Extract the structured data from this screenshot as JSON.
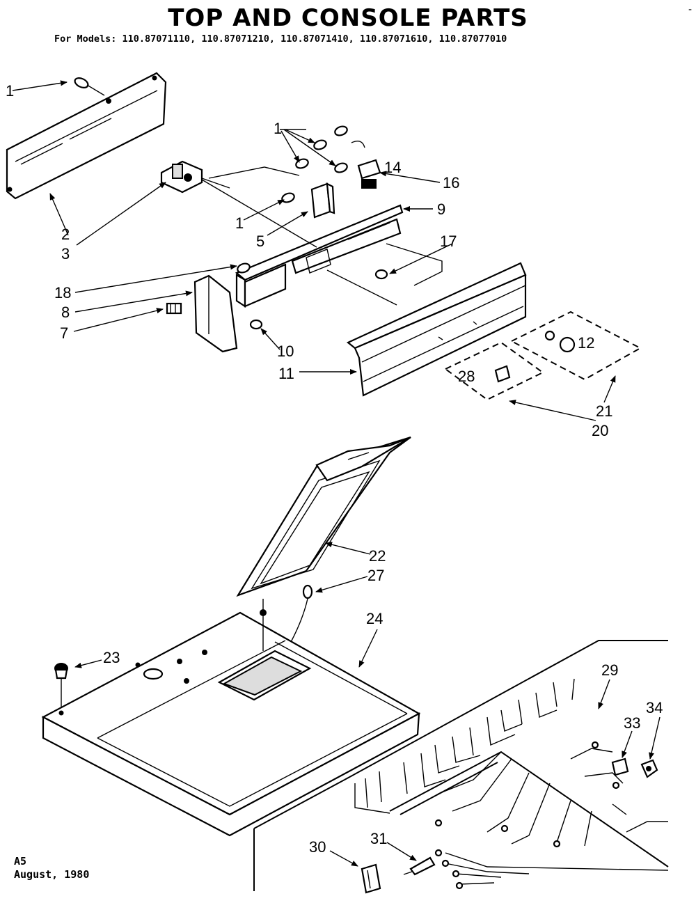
{
  "header": {
    "title": "TOP AND CONSOLE PARTS",
    "models_line": "For Models: 110.87071110, 110.87071210, 110.87071410, 110.87071610, 110.87077010"
  },
  "footer": {
    "page_code": "A5",
    "date": "August, 1980"
  },
  "corner_mark": "-",
  "callouts": {
    "c1a": "1",
    "c1b": "1",
    "c1c": "1",
    "c2": "2",
    "c3": "3",
    "c5": "5",
    "c7": "7",
    "c8": "8",
    "c9": "9",
    "c10": "10",
    "c11": "11",
    "c12": "12",
    "c14": "14",
    "c16": "16",
    "c17": "17",
    "c18": "18",
    "c20": "20",
    "c21": "21",
    "c22": "22",
    "c23": "23",
    "c24": "24",
    "c27": "27",
    "c28": "28",
    "c29": "29",
    "c30": "30",
    "c31": "31",
    "c33": "33",
    "c34": "34"
  }
}
